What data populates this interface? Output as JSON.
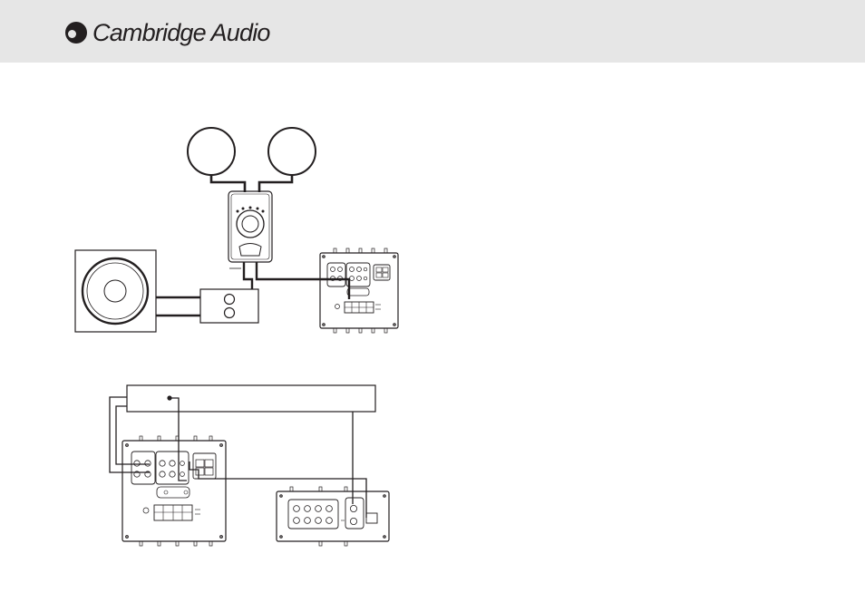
{
  "header": {
    "brand": "Cambridge Audio",
    "logo_icon": "cambridge-audio-logo-icon",
    "background": "#e6e6e6"
  },
  "diagram": {
    "line_color": "#231f20",
    "panels": [
      "speaker-subwoofer-connection",
      "system-connection"
    ]
  }
}
